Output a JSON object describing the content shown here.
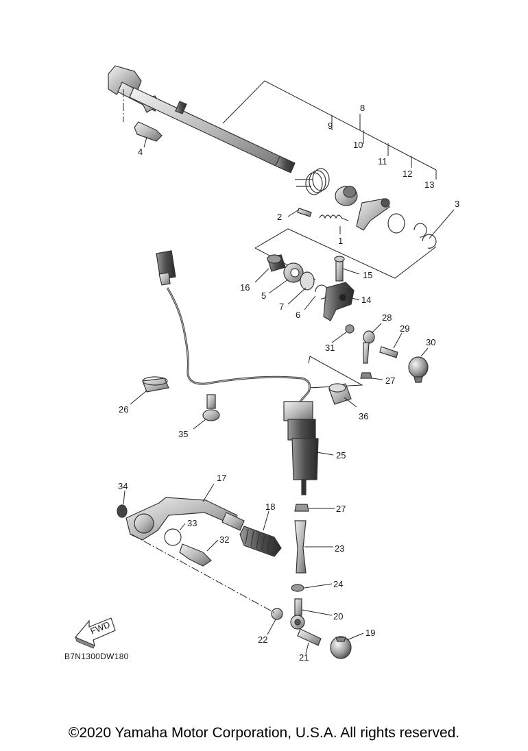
{
  "diagram_code": "B7N1300DW180",
  "fwd_label": "FWD",
  "copyright": "©2020 Yamaha Motor Corporation, U.S.A. All rights reserved.",
  "parts": {
    "p1": "1",
    "p2": "2",
    "p3": "3",
    "p4": "4",
    "p5": "5",
    "p6": "6",
    "p7": "7",
    "p8": "8",
    "p9": "9",
    "p10": "10",
    "p11": "11",
    "p12": "12",
    "p13": "13",
    "p14": "14",
    "p15": "15",
    "p16": "16",
    "p17": "17",
    "p18": "18",
    "p19": "19",
    "p20": "20",
    "p21": "21",
    "p22": "22",
    "p23": "23",
    "p24": "24",
    "p25": "25",
    "p26": "26",
    "p27": "27",
    "p28": "28",
    "p29": "29",
    "p30": "30",
    "p31": "31",
    "p32": "32",
    "p33": "33",
    "p34": "34",
    "p35": "35",
    "p36": "36"
  }
}
